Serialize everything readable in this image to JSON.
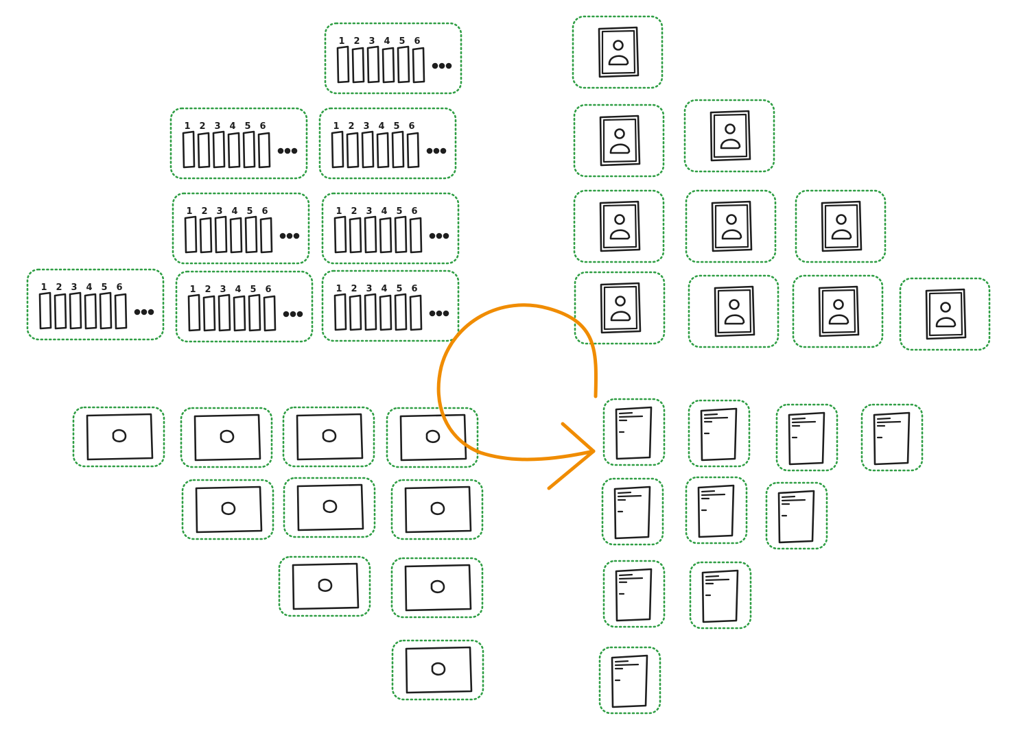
{
  "colors": {
    "box_outline": "#2f9e44",
    "ink": "#1e1e1e",
    "arrow": "#f08c00",
    "background": "#ffffff"
  },
  "icons": {
    "sequence": "numbered-sequence-icon",
    "profile": "person-card-icon",
    "image": "image-frame-icon",
    "document": "document-page-icon"
  },
  "sequence_digits": [
    "1",
    "2",
    "3",
    "4",
    "5",
    "6"
  ],
  "groups": {
    "sequence_group": {
      "rows": [
        1,
        2,
        2,
        3
      ]
    },
    "profile_group": {
      "rows": [
        1,
        2,
        3,
        4
      ]
    },
    "image_group": {
      "rows": [
        4,
        3,
        2,
        1
      ]
    },
    "document_group": {
      "rows": [
        4,
        3,
        2,
        1
      ]
    }
  },
  "arrow": {
    "from": "profile_group",
    "to": "document_group"
  }
}
